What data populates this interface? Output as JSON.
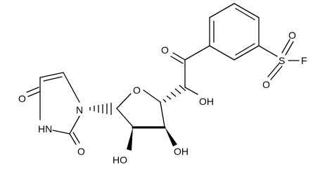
{
  "molecule": {
    "labels": {
      "uracil_o_top": "O",
      "uracil_o_bottom": "O",
      "uracil_nh": "HN",
      "uracil_n1": "N",
      "ring_o": "O",
      "hydroxyl_c2": "HO",
      "hydroxyl_c3": "OH",
      "hydroxyl_side": "OH",
      "ketone_o": "O",
      "sulfur": "S",
      "sulfonyl_o_top": "O",
      "sulfonyl_o_bottom": "O",
      "fluorine": "F"
    }
  },
  "colors": {
    "ink": "#000000",
    "background": "#ffffff"
  }
}
